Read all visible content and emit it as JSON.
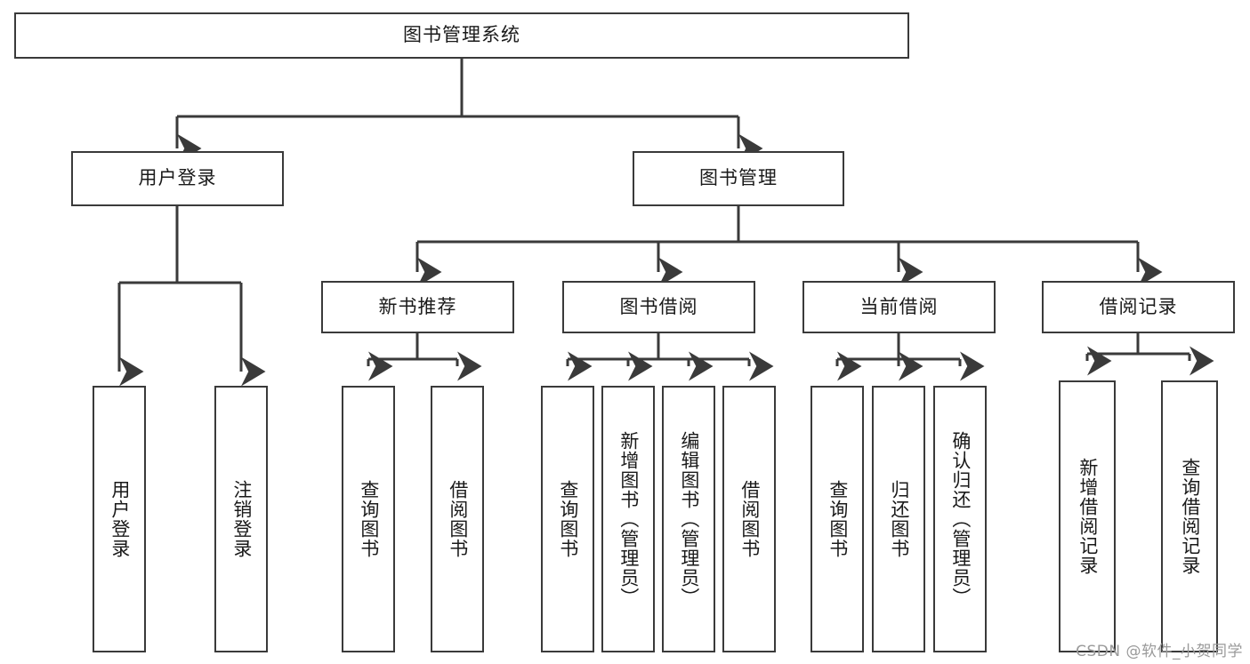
{
  "diagram": {
    "type": "tree-hierarchy-chart",
    "title_node": {
      "label": "图书管理系统"
    },
    "colors": {
      "box_border": "#3a3a3a",
      "box_fill": "#ffffff",
      "edge": "#3a3a3a",
      "text": "#1a1a1a",
      "watermark": "#9a9a9a"
    },
    "level2": [
      {
        "label": "用户登录"
      },
      {
        "label": "图书管理"
      }
    ],
    "level3": [
      {
        "label": "新书推荐"
      },
      {
        "label": "图书借阅"
      },
      {
        "label": "当前借阅"
      },
      {
        "label": "借阅记录"
      }
    ],
    "leaves": {
      "user_login": [
        {
          "label": "用户登录"
        },
        {
          "label": "注销登录"
        }
      ],
      "new_book_recommend": [
        {
          "label": "查询图书"
        },
        {
          "label": "借阅图书"
        }
      ],
      "book_borrow": [
        {
          "label": "查询图书"
        },
        {
          "label": "新增图书（管理员）"
        },
        {
          "label": "编辑图书（管理员）"
        },
        {
          "label": "借阅图书"
        }
      ],
      "current_borrow": [
        {
          "label": "查询图书"
        },
        {
          "label": "归还图书"
        },
        {
          "label": "确认归还（管理员）"
        }
      ],
      "borrow_record": [
        {
          "label": "新增借阅记录"
        },
        {
          "label": "查询借阅记录"
        }
      ]
    },
    "watermark": {
      "text": "CSDN @软件_小贺同学"
    }
  }
}
